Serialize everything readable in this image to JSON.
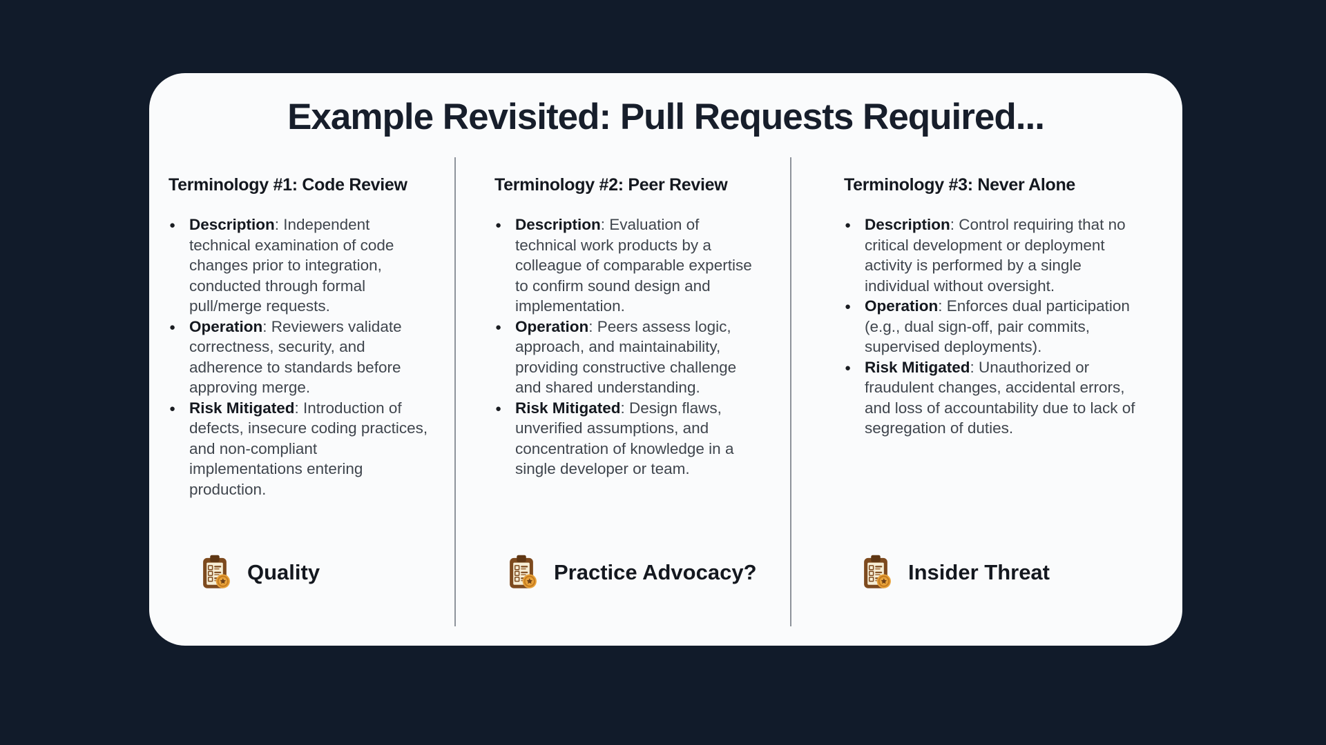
{
  "slide": {
    "title": "Example Revisited: Pull Requests Required...",
    "columns": [
      {
        "header": "Terminology #1: Code Review",
        "bullets": [
          {
            "label": "Description",
            "text": ": Independent technical examination of code changes prior to integration, conducted through formal pull/merge requests."
          },
          {
            "label": "Operation",
            "text": ": Reviewers validate correctness, security, and adherence to standards before approving merge."
          },
          {
            "label": "Risk Mitigated",
            "text": ": Introduction of defects, insecure coding practices, and non-compliant implementations entering production."
          }
        ],
        "footer": {
          "icon": "clipboard-checklist-icon",
          "label": "Quality"
        }
      },
      {
        "header": "Terminology #2: Peer Review",
        "bullets": [
          {
            "label": "Description",
            "text": ": Evaluation of technical work products by a colleague of comparable expertise to confirm sound design and implementation."
          },
          {
            "label": "Operation",
            "text": ": Peers assess logic, approach, and maintainability, providing constructive challenge and shared understanding."
          },
          {
            "label": "Risk Mitigated",
            "text": ": Design flaws, unverified assumptions, and concentration of knowledge in a single developer or team."
          }
        ],
        "footer": {
          "icon": "clipboard-checklist-icon",
          "label": "Practice Advocacy?"
        }
      },
      {
        "header": "Terminology #3: Never Alone",
        "bullets": [
          {
            "label": "Description",
            "text": ": Control requiring that no critical development or deployment activity is performed by a single individual without oversight."
          },
          {
            "label": "Operation",
            "text": ": Enforces dual participation (e.g., dual sign-off, pair commits, supervised deployments)."
          },
          {
            "label": "Risk Mitigated",
            "text": ": Unauthorized or fraudulent changes, accidental errors, and loss of accountability due to lack of segregation of duties."
          }
        ],
        "footer": {
          "icon": "clipboard-checklist-icon",
          "label": "Insider Threat"
        }
      }
    ],
    "colors": {
      "background": "#111b2a",
      "card": "#fafbfc",
      "title_text": "#171e2b",
      "body_text": "#3f454d",
      "divider": "#8d939b",
      "icon_brown": "#7d4a1e",
      "icon_paper": "#f6eed6",
      "icon_badge": "#e8a33b"
    }
  }
}
